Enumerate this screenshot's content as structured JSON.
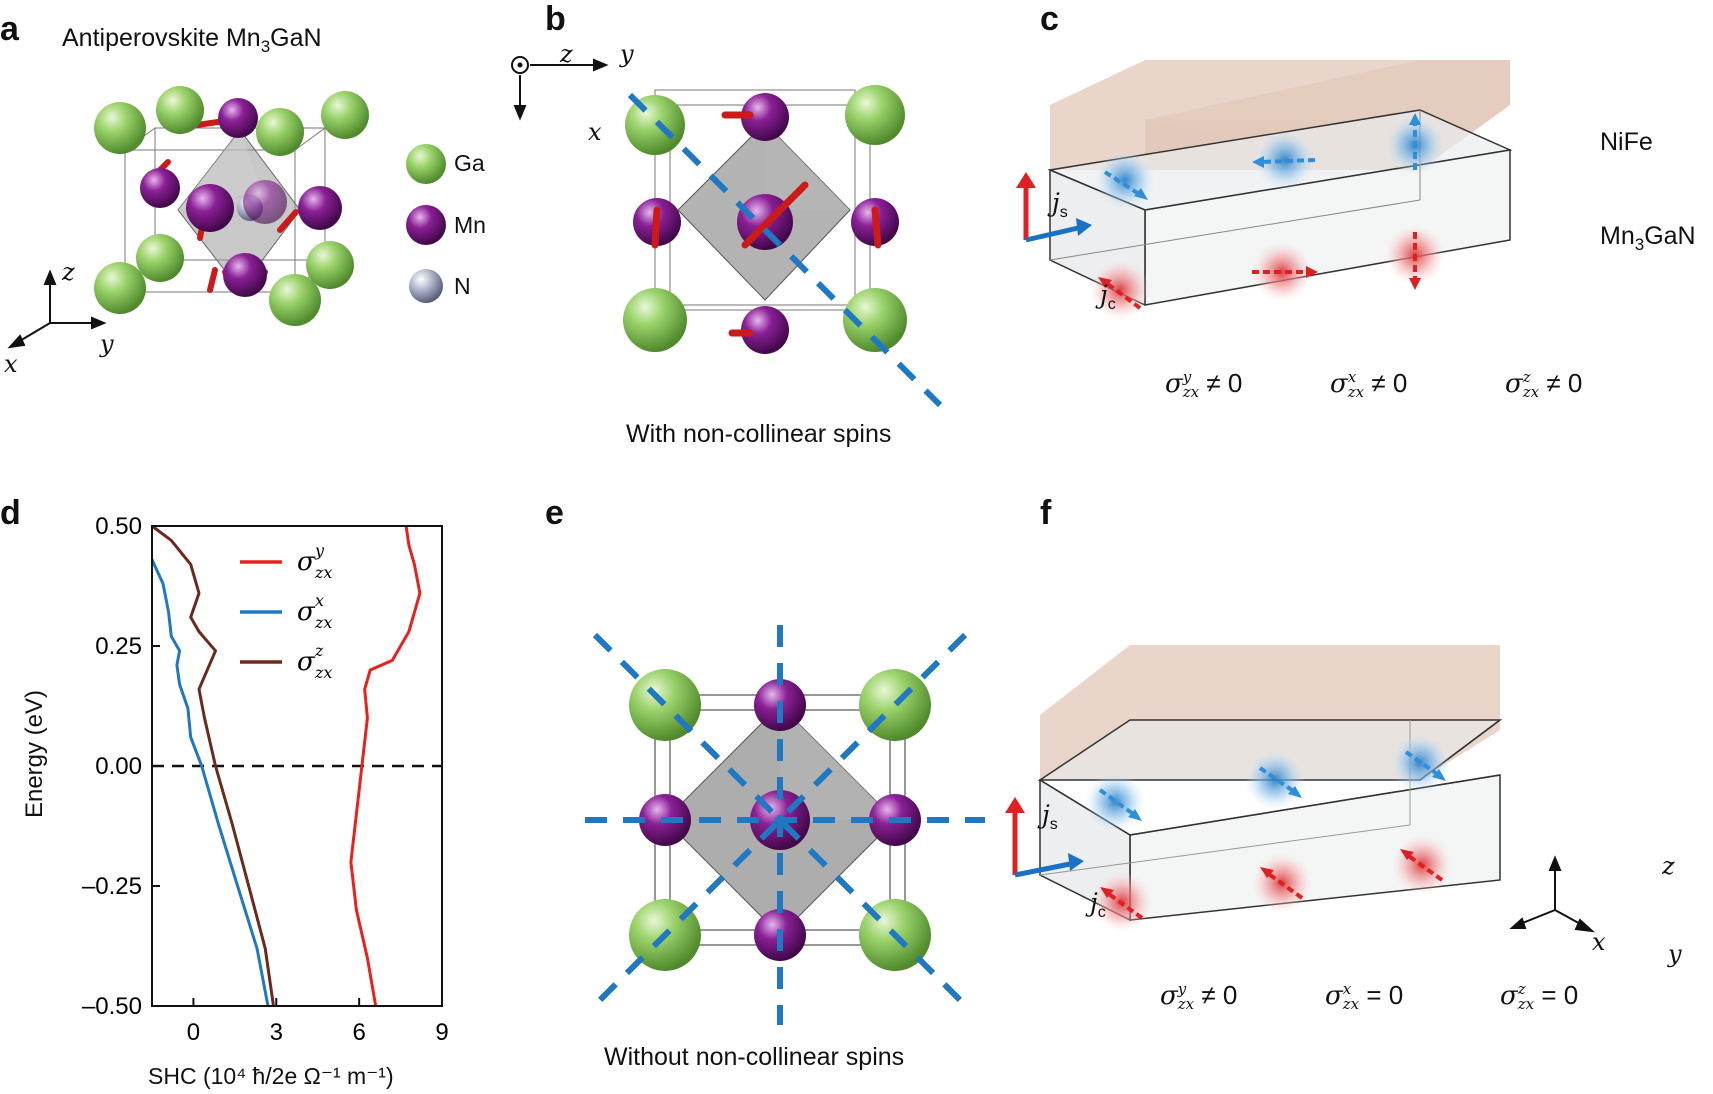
{
  "panels": {
    "a": {
      "label": "a",
      "title": "Antiperovskite Mn",
      "title_sub": "3",
      "title_end": "GaN",
      "legend": [
        {
          "name": "Ga",
          "color": "#8cc95a"
        },
        {
          "name": "Mn",
          "color": "#7a1a86"
        },
        {
          "name": "N",
          "color": "#9aa4c0"
        }
      ],
      "axes": {
        "z": "z",
        "x": "x",
        "y": "y"
      }
    },
    "b": {
      "label": "b",
      "axes": {
        "z": "z",
        "y": "y",
        "x": "x"
      },
      "caption": "With non-collinear spins"
    },
    "c": {
      "label": "c",
      "top_layer": "NiFe",
      "bottom_layer_main": "Mn",
      "bottom_layer_sub": "3",
      "bottom_layer_end": "GaN",
      "js": "j",
      "js_sub": "s",
      "jc": "j",
      "jc_sub": "c",
      "conditions": [
        {
          "sup": "y",
          "rel": "≠ 0"
        },
        {
          "sup": "x",
          "rel": "≠ 0"
        },
        {
          "sup": "z",
          "rel": "≠ 0"
        }
      ]
    },
    "e": {
      "label": "e",
      "caption": "Without non-collinear spins"
    },
    "f": {
      "label": "f",
      "js": "j",
      "js_sub": "s",
      "jc": "j",
      "jc_sub": "c",
      "axes": {
        "z": "z",
        "x": "x",
        "y": "y"
      },
      "conditions": [
        {
          "sup": "y",
          "rel": "≠ 0"
        },
        {
          "sup": "x",
          "rel": "= 0"
        },
        {
          "sup": "z",
          "rel": "= 0"
        }
      ]
    },
    "d": {
      "label": "d"
    }
  },
  "sigma_symbol": "σ",
  "sigma_sub": "zx",
  "chart_data": {
    "type": "line",
    "xlabel": "SHC (10⁴ ħ/2e Ω⁻¹ m⁻¹)",
    "ylabel": "Energy (eV)",
    "xlim": [
      -1.5,
      9
    ],
    "ylim": [
      -0.5,
      0.5
    ],
    "xticks": [
      "0",
      "3",
      "6",
      "9"
    ],
    "xtick_values": [
      0,
      3,
      6,
      9
    ],
    "yticks": [
      "0.50",
      "0.25",
      "0.00",
      "–0.25",
      "–0.50"
    ],
    "ytick_values": [
      0.5,
      0.25,
      0.0,
      -0.25,
      -0.5
    ],
    "reference_line": {
      "y": 0.0,
      "style": "dashed"
    },
    "legend_position": "top-right",
    "series": [
      {
        "name": "σ^y_zx",
        "sup": "y",
        "color": "#e8211d",
        "points": [
          [
            6.6,
            -0.5
          ],
          [
            6.3,
            -0.4
          ],
          [
            5.9,
            -0.3
          ],
          [
            5.7,
            -0.2
          ],
          [
            5.9,
            -0.1
          ],
          [
            6.1,
            0.0
          ],
          [
            6.3,
            0.1
          ],
          [
            6.2,
            0.16
          ],
          [
            6.4,
            0.2
          ],
          [
            7.2,
            0.22
          ],
          [
            7.8,
            0.28
          ],
          [
            8.2,
            0.36
          ],
          [
            8.0,
            0.42
          ],
          [
            7.8,
            0.46
          ],
          [
            7.7,
            0.5
          ]
        ]
      },
      {
        "name": "σ^x_zx",
        "sup": "x",
        "color": "#1f78c1",
        "points": [
          [
            2.7,
            -0.5
          ],
          [
            2.3,
            -0.38
          ],
          [
            1.6,
            -0.25
          ],
          [
            0.9,
            -0.12
          ],
          [
            0.3,
            0.0
          ],
          [
            -0.1,
            0.06
          ],
          [
            -0.2,
            0.12
          ],
          [
            -0.5,
            0.17
          ],
          [
            -0.6,
            0.21
          ],
          [
            -0.5,
            0.24
          ],
          [
            -0.8,
            0.27
          ],
          [
            -0.9,
            0.32
          ],
          [
            -1.1,
            0.38
          ],
          [
            -1.5,
            0.43
          ]
        ]
      },
      {
        "name": "σ^z_zx",
        "sup": "z",
        "color": "#6b2a1e",
        "points": [
          [
            2.9,
            -0.5
          ],
          [
            2.6,
            -0.38
          ],
          [
            2.0,
            -0.25
          ],
          [
            1.4,
            -0.12
          ],
          [
            0.8,
            0.0
          ],
          [
            0.4,
            0.1
          ],
          [
            0.2,
            0.16
          ],
          [
            0.8,
            0.24
          ],
          [
            0.2,
            0.28
          ],
          [
            -0.1,
            0.31
          ],
          [
            0.2,
            0.36
          ],
          [
            -0.1,
            0.42
          ],
          [
            -0.8,
            0.47
          ],
          [
            -1.5,
            0.5
          ]
        ]
      }
    ]
  }
}
